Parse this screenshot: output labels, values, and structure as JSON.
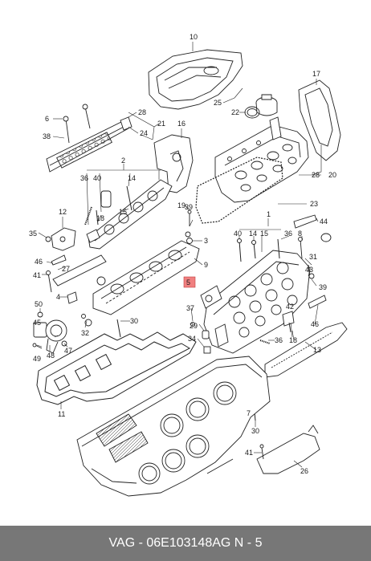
{
  "labels": {
    "l10": "10",
    "l17": "17",
    "l25": "25",
    "l22": "22",
    "l28a": "28",
    "l6": "6",
    "l24": "24",
    "l21": "21",
    "l38": "38",
    "l16": "16",
    "l2": "2",
    "l36a": "36",
    "l40": "40",
    "l14a": "14",
    "l20": "20",
    "l28b": "28",
    "l23": "23",
    "l19": "19",
    "l15": "15",
    "l18a": "18",
    "l12": "12",
    "l44": "44",
    "l39a": "39",
    "l35": "35",
    "l1": "1",
    "l3": "3",
    "l40b": "40",
    "l14b": "14",
    "l15b": "15",
    "l36b": "36",
    "l8": "8",
    "l46a": "46",
    "l27": "27",
    "l9": "9",
    "l5": "5",
    "l31": "31",
    "l41a": "41",
    "l43": "43",
    "l4": "4",
    "l39b": "39",
    "l50": "50",
    "l37": "37",
    "l29": "29",
    "l34": "34",
    "l30a": "30",
    "l46b": "46",
    "l32": "32",
    "l45": "45",
    "l42": "42",
    "l48": "48",
    "l47": "47",
    "l49": "49",
    "l36c": "36",
    "l18b": "18",
    "l13": "13",
    "l11": "11",
    "l7": "7",
    "l30b": "30",
    "l41b": "41",
    "l26": "26"
  },
  "footer": {
    "brand": "VAG",
    "sep1": " - ",
    "part_number": "06E103148AG",
    "sep2": " ",
    "position": "N - 5"
  },
  "colors": {
    "highlight": "#f08080",
    "footer_bg": "#777777"
  }
}
